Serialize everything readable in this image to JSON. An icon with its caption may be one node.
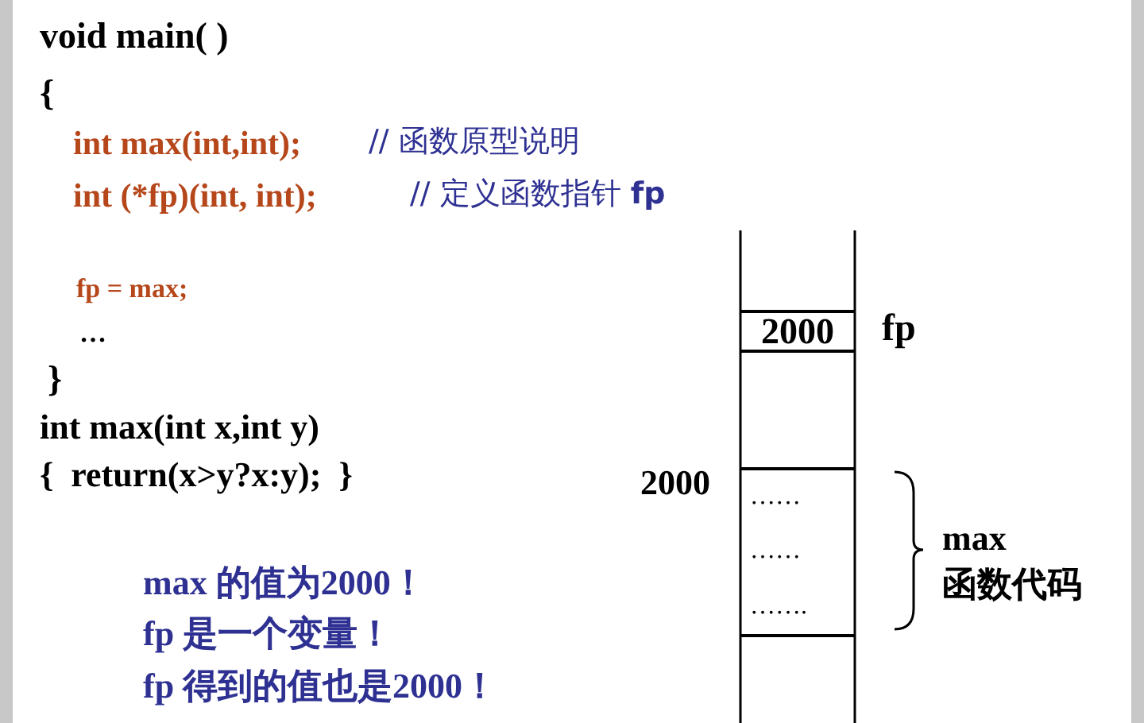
{
  "diagram": {
    "nodes": [
      {
        "text": [
          "2000"
        ],
        "beside": [
          "fp"
        ]
      },
      {
        "text": [
          "……",
          "……",
          "……."
        ],
        "beside": [
          "2000",
          "max 函数代码"
        ]
      }
    ],
    "labels": [
      "void main( )",
      "{",
      "int max(int,int);",
      "// 函数原型说明",
      "int (*fp)(int, int);",
      "// 定义函数指针 **fp**",
      "fp = max;",
      "…",
      "}",
      "int max(int x,int y)",
      "{  return(x>y?x:y);  }",
      "max 的值为2000！",
      "fp 是一个变量！",
      "fp 得到的值也是2000！"
    ]
  }
}
